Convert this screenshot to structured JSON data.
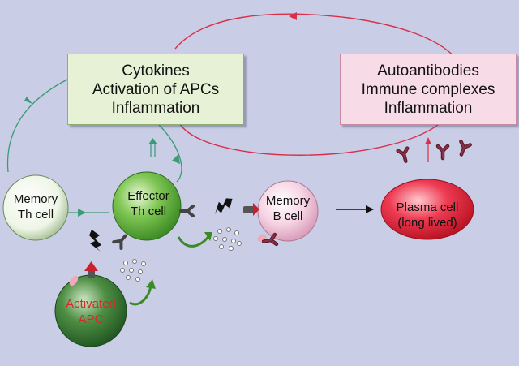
{
  "boxes": {
    "cytokines": {
      "lines": [
        "Cytokines",
        "Activation of APCs",
        "Inflammation"
      ]
    },
    "autoantibodies": {
      "lines": [
        "Autoantibodies",
        "Immune complexes",
        "Inflammation"
      ]
    }
  },
  "cells": {
    "memory_th": {
      "lines": [
        "Memory",
        "Th cell"
      ]
    },
    "effector_th": {
      "lines": [
        "Effector",
        "Th cell"
      ]
    },
    "memory_b": {
      "lines": [
        "Memory",
        "B cell"
      ]
    },
    "plasma": {
      "lines": [
        "Plasma cell",
        "(long lived)"
      ]
    },
    "apc": {
      "lines": [
        "Activated",
        "APC"
      ]
    }
  },
  "colors": {
    "background": "#c9cde6",
    "green_arrow": "#3c9a74",
    "red_arrow": "#d9304a",
    "th_cell_green": "#5fae3a",
    "apc_dark_green": "#2e6e2e",
    "b_cell_pink": "#f3c8dc",
    "plasma_red": "#e8243c",
    "apc_label_red": "#d42a2a"
  }
}
